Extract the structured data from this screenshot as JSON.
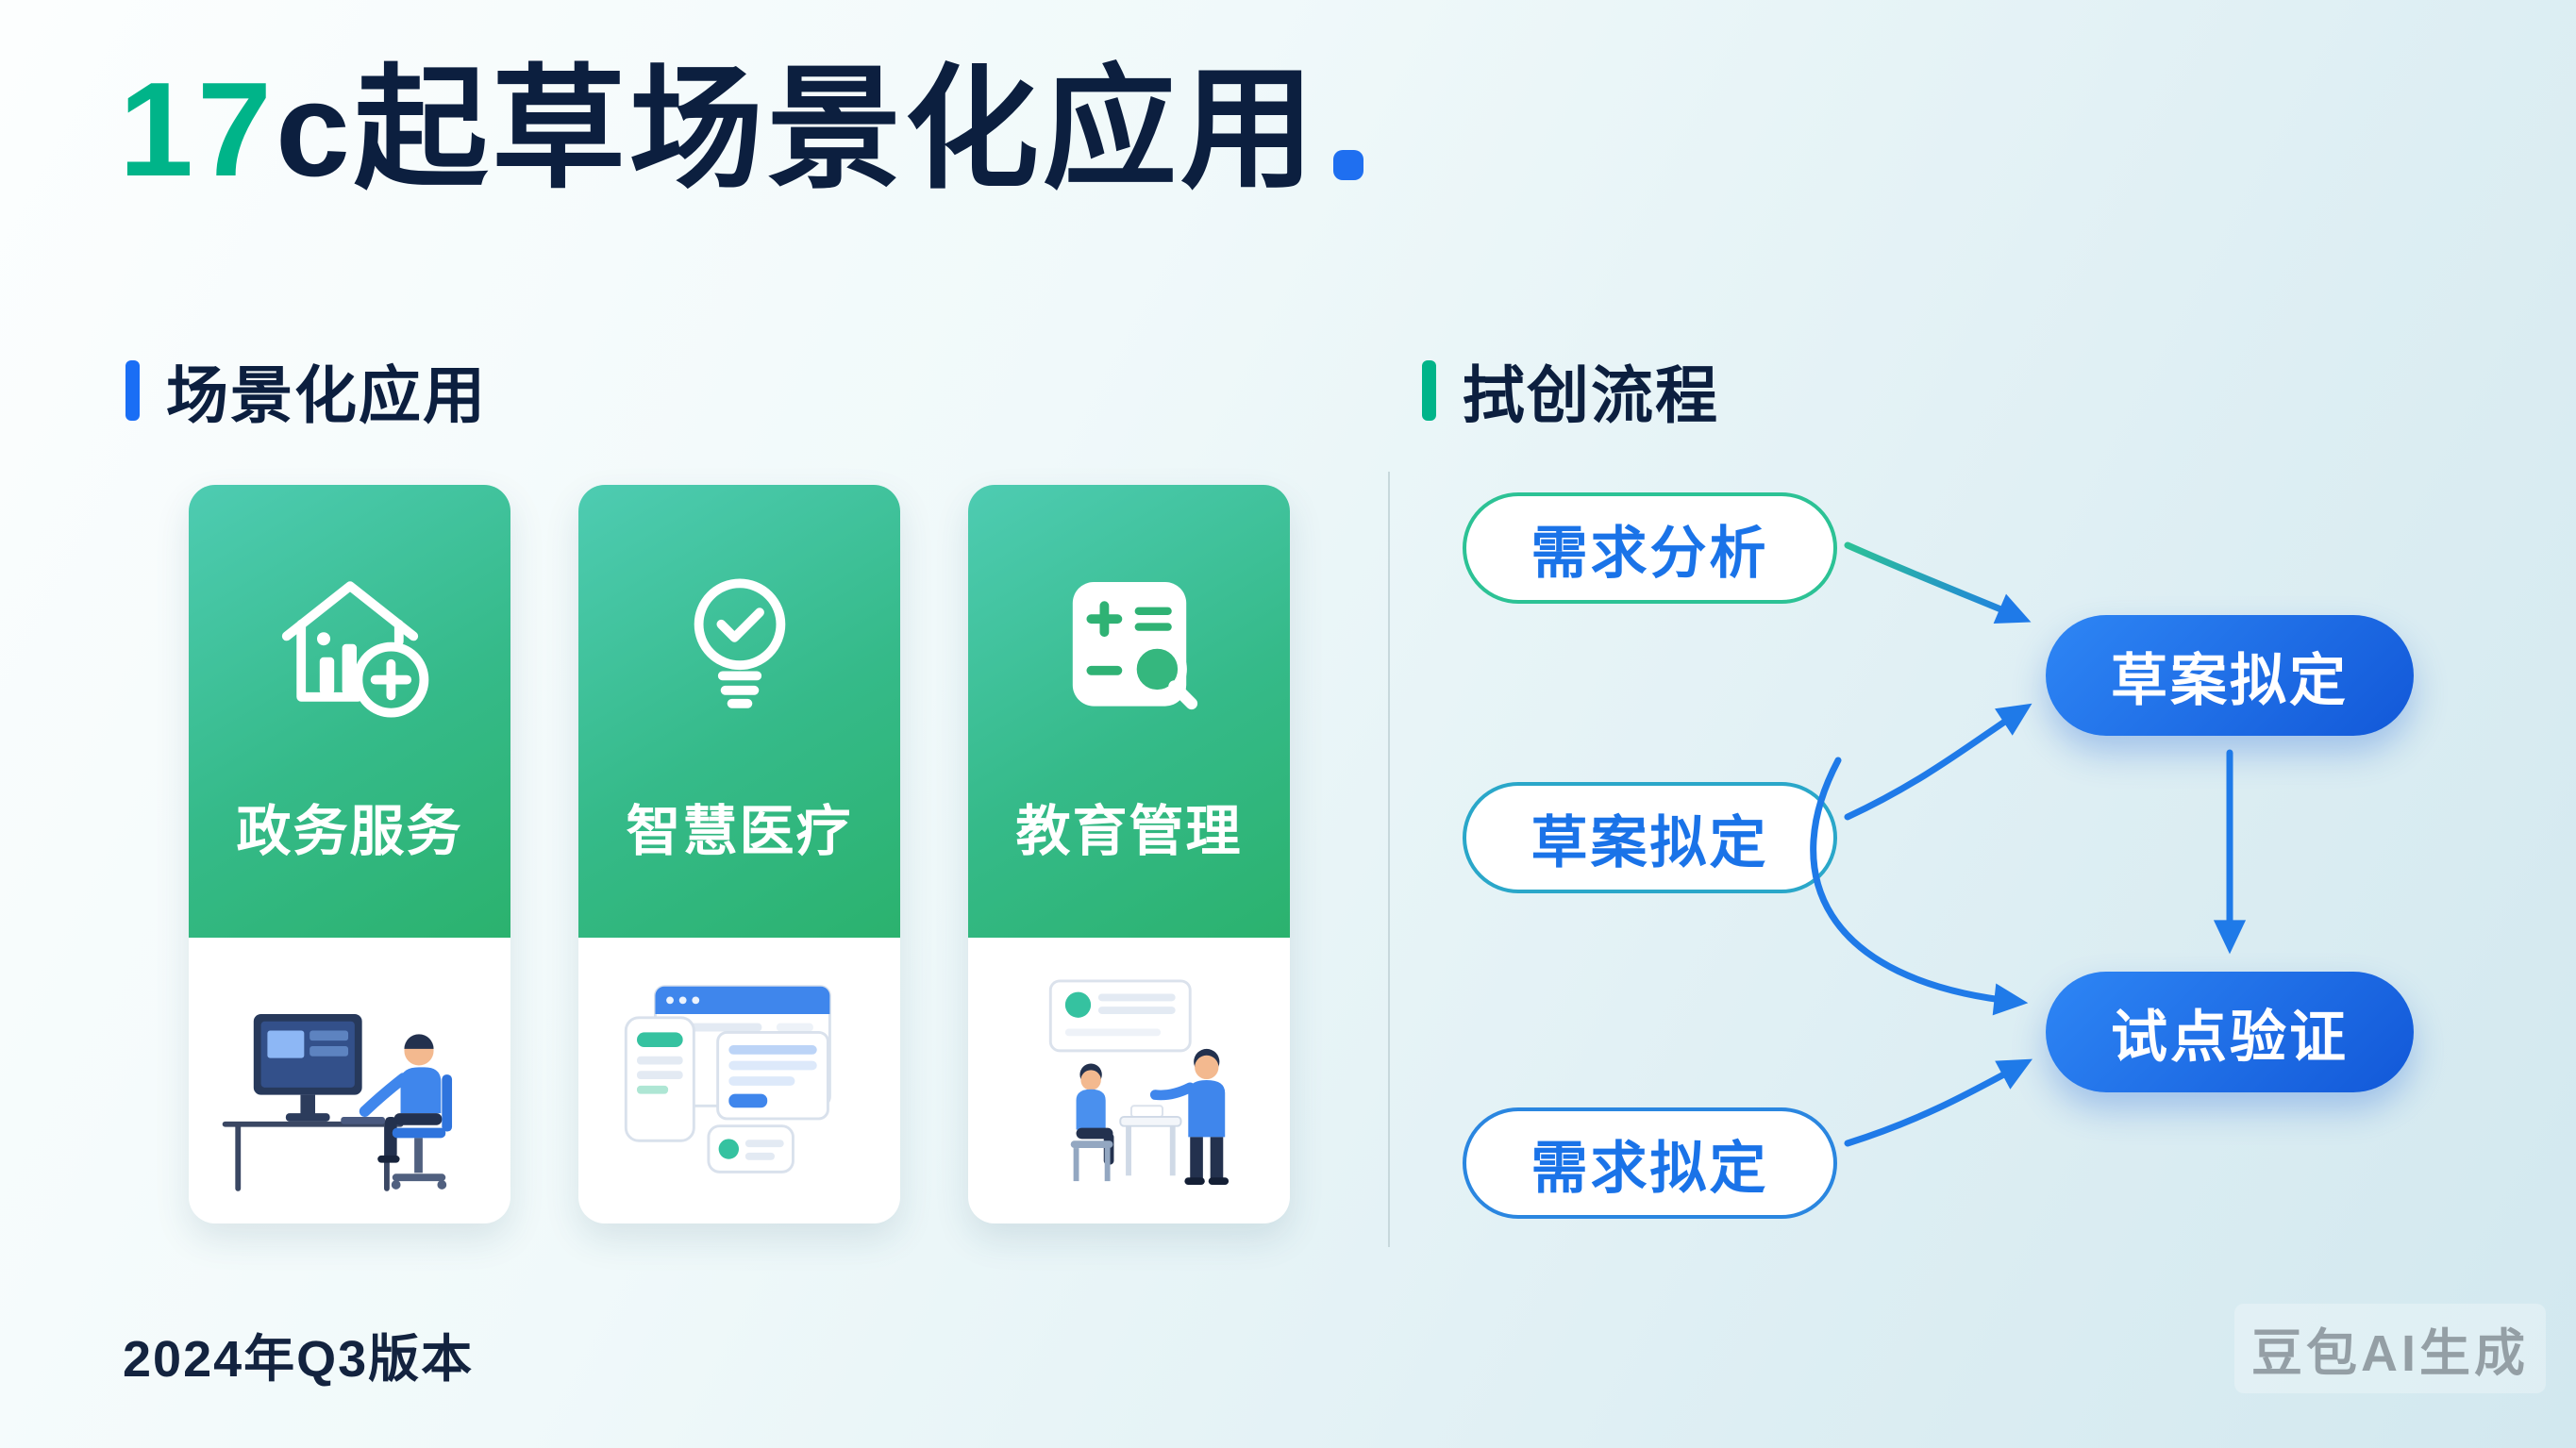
{
  "header": {
    "title_highlight": "17",
    "title_rest": "c起草场景化应用"
  },
  "sections": {
    "applications": {
      "heading": "场景化应用"
    },
    "process": {
      "heading": "拭创流程"
    }
  },
  "cards": [
    {
      "label": "政务服务",
      "icon": "house-analytics-plus-icon",
      "illustration": "person-at-computer-illustration"
    },
    {
      "label": "智慧医疗",
      "icon": "lightbulb-check-icon",
      "illustration": "app-windows-illustration"
    },
    {
      "label": "教育管理",
      "icon": "document-magnifier-icon",
      "illustration": "two-people-discussion-illustration"
    }
  ],
  "flow": {
    "pills": [
      {
        "label": "需求分析"
      },
      {
        "label": "草案拟定"
      },
      {
        "label": "需求拟定"
      }
    ],
    "nodes": [
      {
        "label": "草案拟定"
      },
      {
        "label": "试点验证"
      }
    ]
  },
  "footer": {
    "version": "2024年Q3版本"
  },
  "watermark": "豆包AI生成",
  "colors": {
    "title_highlight": "#00b489",
    "title_text": "#0c1f3f",
    "title_dot": "#1f6ff0",
    "left_accent_bar": "#1a6ef5",
    "right_accent_bar": "#00b489",
    "card_gradient_start": "#4eccb2",
    "card_gradient_end": "#2bb26e",
    "pill_border_1": "#2cc295",
    "pill_border_2": "#2aa7c9",
    "pill_border_3": "#2a86e0",
    "pill_text": "#1a73e8",
    "node_gradient_start": "#2e86f5",
    "node_gradient_end": "#1258d8",
    "arrow_blue": "#1f7ae8",
    "arrow_teal": "#2cc295"
  }
}
